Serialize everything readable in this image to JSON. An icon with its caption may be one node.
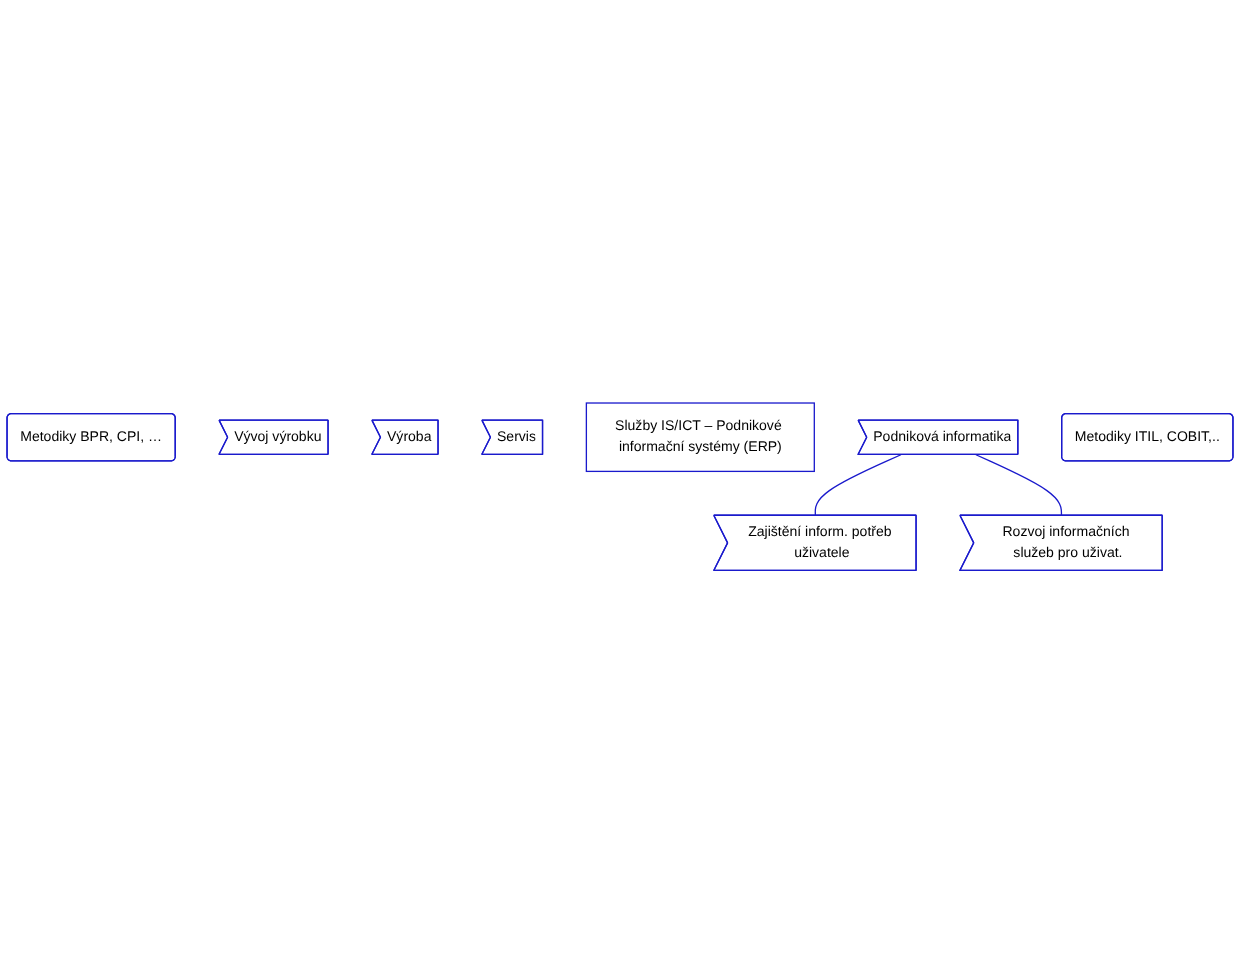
{
  "diagram": {
    "nodes": [
      {
        "text": [
          "Metodiky BPR, CPI, …"
        ]
      },
      {
        "text": [
          "Vývoj výrobku"
        ]
      },
      {
        "text": [
          "Výroba"
        ]
      },
      {
        "text": [
          "Servis"
        ]
      },
      {
        "text": [
          "Služby IS/ICT – Podnikové informační systémy (ERP)"
        ]
      },
      {
        "text": [
          "Podniková informatika"
        ]
      },
      {
        "text": [
          "Metodiky ITIL, COBIT,.."
        ]
      },
      {
        "text": [
          "Zajištění inform. potřeb uživatele"
        ]
      },
      {
        "text": [
          "Rozvoj informačních služeb pro uživat."
        ]
      }
    ],
    "edges": [
      {
        "from": 5,
        "to": 7,
        "arrow": "none"
      },
      {
        "from": 5,
        "to": 8,
        "arrow": "none"
      }
    ]
  }
}
